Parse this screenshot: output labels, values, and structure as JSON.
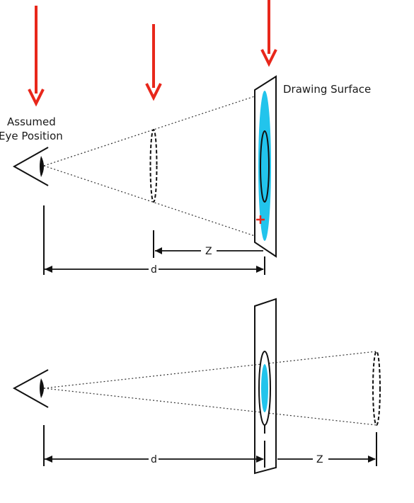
{
  "labels": {
    "eye_line1": "Assumed",
    "eye_line2": "Eye Position",
    "surface": "Drawing Surface",
    "top_z": "Z",
    "top_d": "d",
    "bottom_d": "d",
    "bottom_z": "Z"
  },
  "colors": {
    "arrow": "#e8271b",
    "ink": "#111111",
    "highlight": "#22c4ec",
    "marker": "#e8271b"
  }
}
